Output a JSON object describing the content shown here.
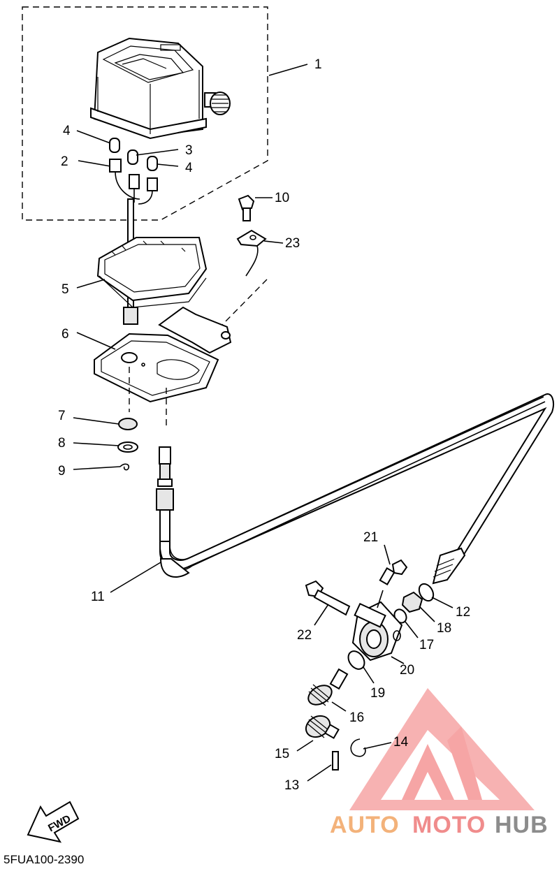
{
  "diagram": {
    "part_numbers": [
      "1",
      "2",
      "3",
      "4",
      "4",
      "5",
      "6",
      "7",
      "8",
      "9",
      "10",
      "11",
      "12",
      "13",
      "14",
      "15",
      "16",
      "17",
      "18",
      "19",
      "20",
      "21",
      "22",
      "23"
    ],
    "drawing_code": "5FUA100-2390",
    "direction_label": "FWD"
  },
  "watermark": {
    "word_part_1": "AUTO",
    "word_part_2": "MOTO",
    "word_part_3": "HUB",
    "colors": {
      "orange": "#f3b27a",
      "red": "#f08c8c",
      "gray": "#8c8c8c"
    }
  }
}
